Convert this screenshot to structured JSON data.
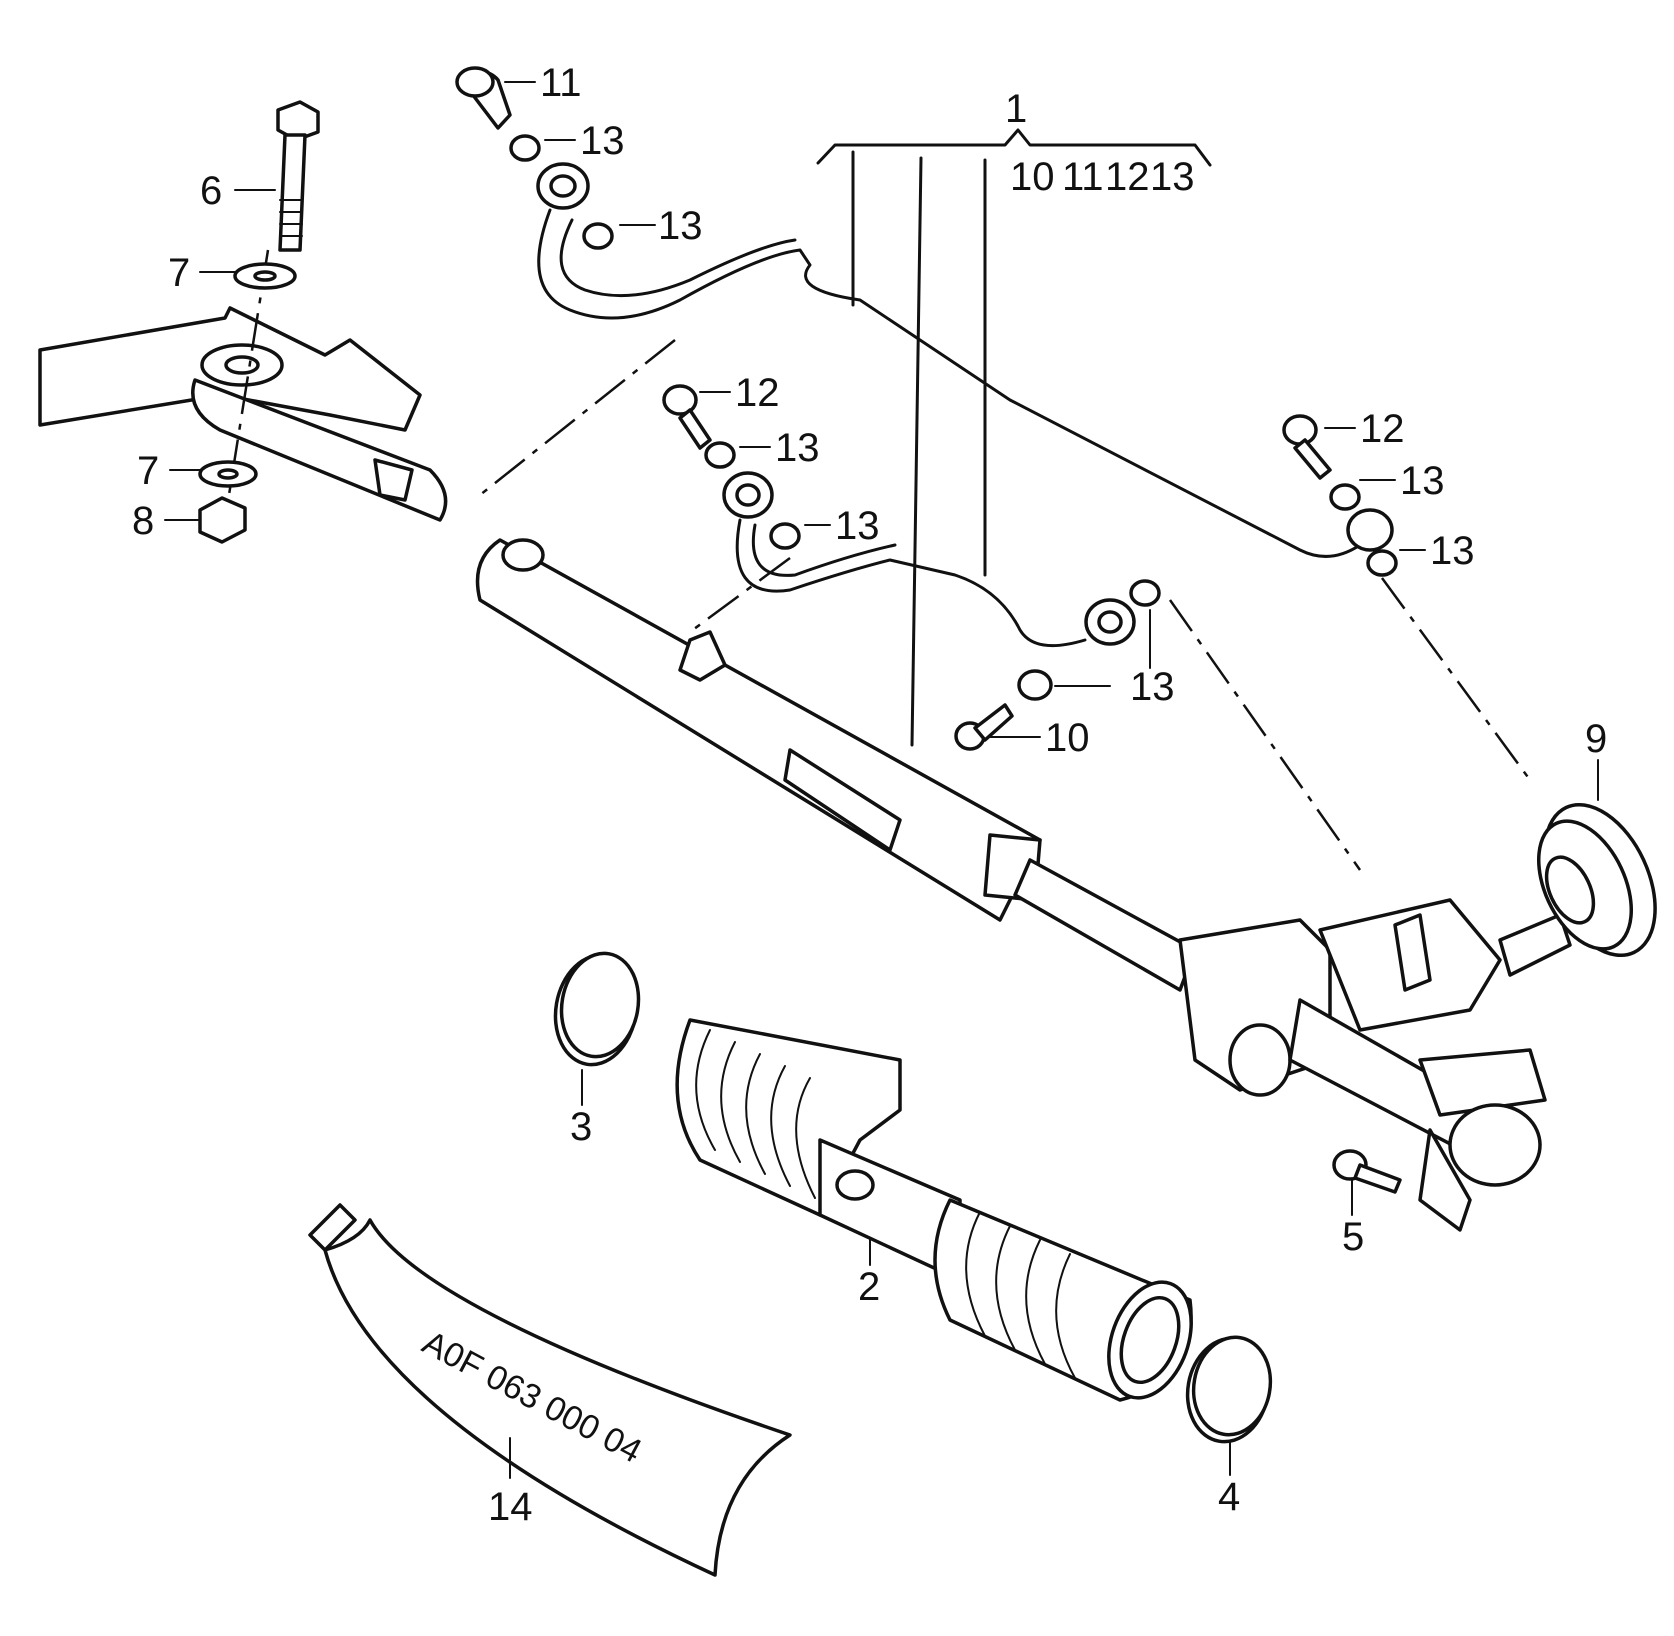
{
  "callouts": {
    "c1": "1",
    "c1_sub": [
      "10",
      "11",
      "12",
      "13"
    ],
    "c2": "2",
    "c3": "3",
    "c4": "4",
    "c5": "5",
    "c6": "6",
    "c7a": "7",
    "c7b": "7",
    "c8": "8",
    "c9": "9",
    "c10": "10",
    "c11": "11",
    "c12a": "12",
    "c12b": "12",
    "c13a": "13",
    "c13b": "13",
    "c13c": "13",
    "c13d": "13",
    "c13e": "13",
    "c13f": "13",
    "c13g": "13",
    "c13h": "13",
    "c14": "14"
  },
  "tube_label": "A0F 063 000 04"
}
